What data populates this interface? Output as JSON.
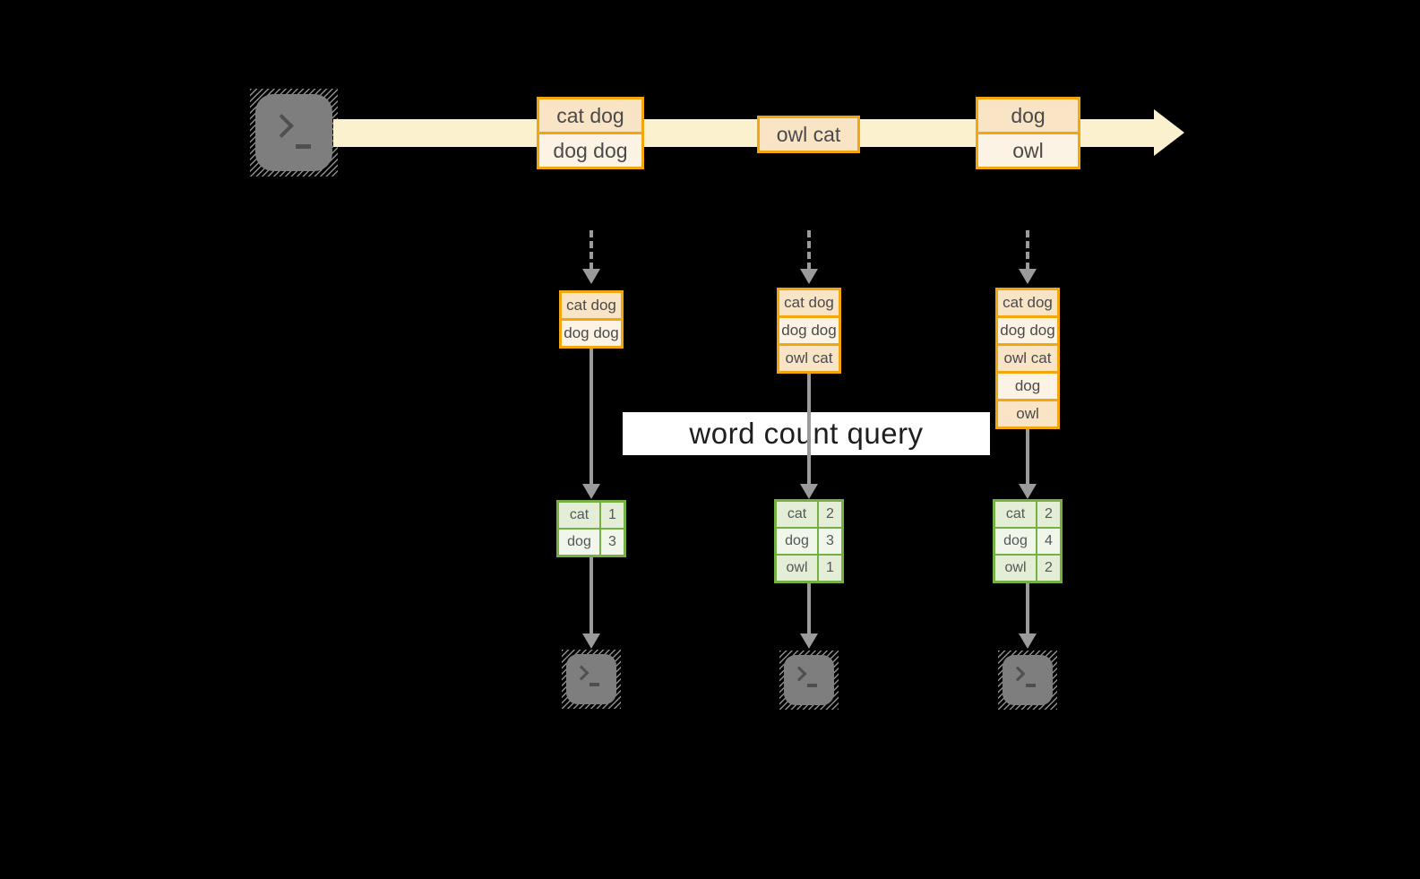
{
  "query_label": "word count query",
  "stream_events": [
    {
      "rows": [
        "cat dog",
        "dog dog"
      ]
    },
    {
      "rows": [
        "owl cat"
      ]
    },
    {
      "rows": [
        "dog",
        "owl"
      ]
    }
  ],
  "columns": [
    {
      "buffer": [
        "cat dog",
        "dog dog"
      ],
      "counts": [
        {
          "word": "cat",
          "value": "1"
        },
        {
          "word": "dog",
          "value": "3"
        }
      ]
    },
    {
      "buffer": [
        "cat dog",
        "dog dog",
        "owl cat"
      ],
      "counts": [
        {
          "word": "cat",
          "value": "2"
        },
        {
          "word": "dog",
          "value": "3"
        },
        {
          "word": "owl",
          "value": "1"
        }
      ]
    },
    {
      "buffer": [
        "cat dog",
        "dog dog",
        "owl cat",
        "dog",
        "owl"
      ],
      "counts": [
        {
          "word": "cat",
          "value": "2"
        },
        {
          "word": "dog",
          "value": "4"
        },
        {
          "word": "owl",
          "value": "2"
        }
      ]
    }
  ],
  "icons": {
    "source": "terminal-icon",
    "sinks": [
      "terminal-icon",
      "terminal-icon",
      "terminal-icon"
    ],
    "stream_arrow": "right-arrow",
    "flow_arrow": "down-arrow"
  },
  "colors": {
    "background": "#000000",
    "stream_band": "#FBF1CF",
    "event_border": "#F1A70D",
    "event_fill_dark": "#FAE4C6",
    "event_fill_light": "#FDF3E5",
    "table_border": "#74B043",
    "table_fill_dark": "#E4EED7",
    "table_fill_light": "#F1F6EA",
    "arrow_gray": "#9B9B9B",
    "terminal_gray": "#7E7E7E",
    "label_background": "#FFFFFF"
  }
}
